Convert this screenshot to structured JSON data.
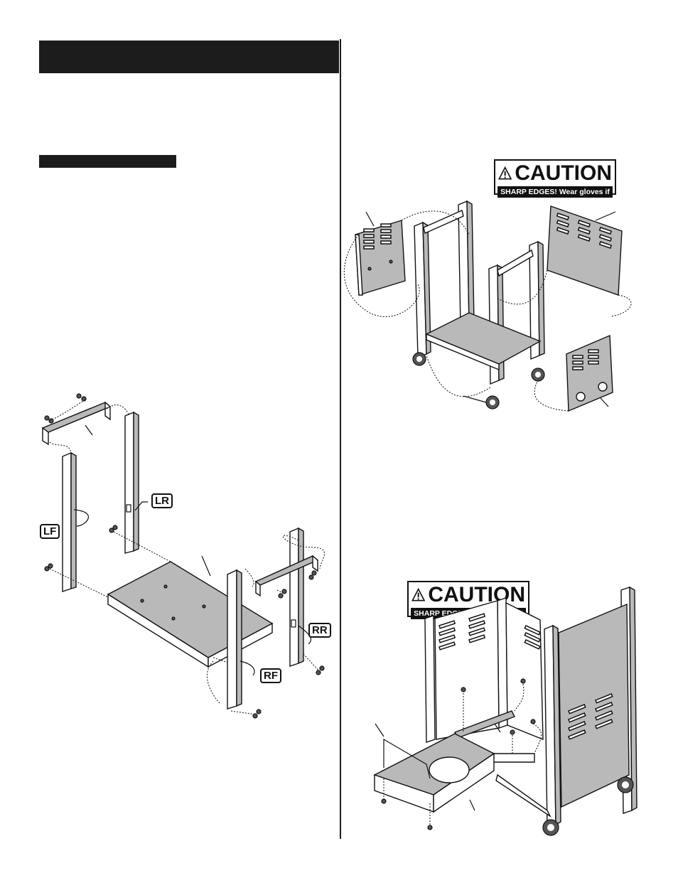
{
  "caution_top": {
    "word": "CAUTION",
    "message": "SHARP EDGES! Wear gloves if necessary."
  },
  "caution_bottom": {
    "word": "CAUTION",
    "message": "SHARP EDGES! Wear gloves if necessary."
  },
  "leg_labels": {
    "lr": "LR",
    "lf": "LF",
    "rr": "RR",
    "rf": "RF"
  }
}
